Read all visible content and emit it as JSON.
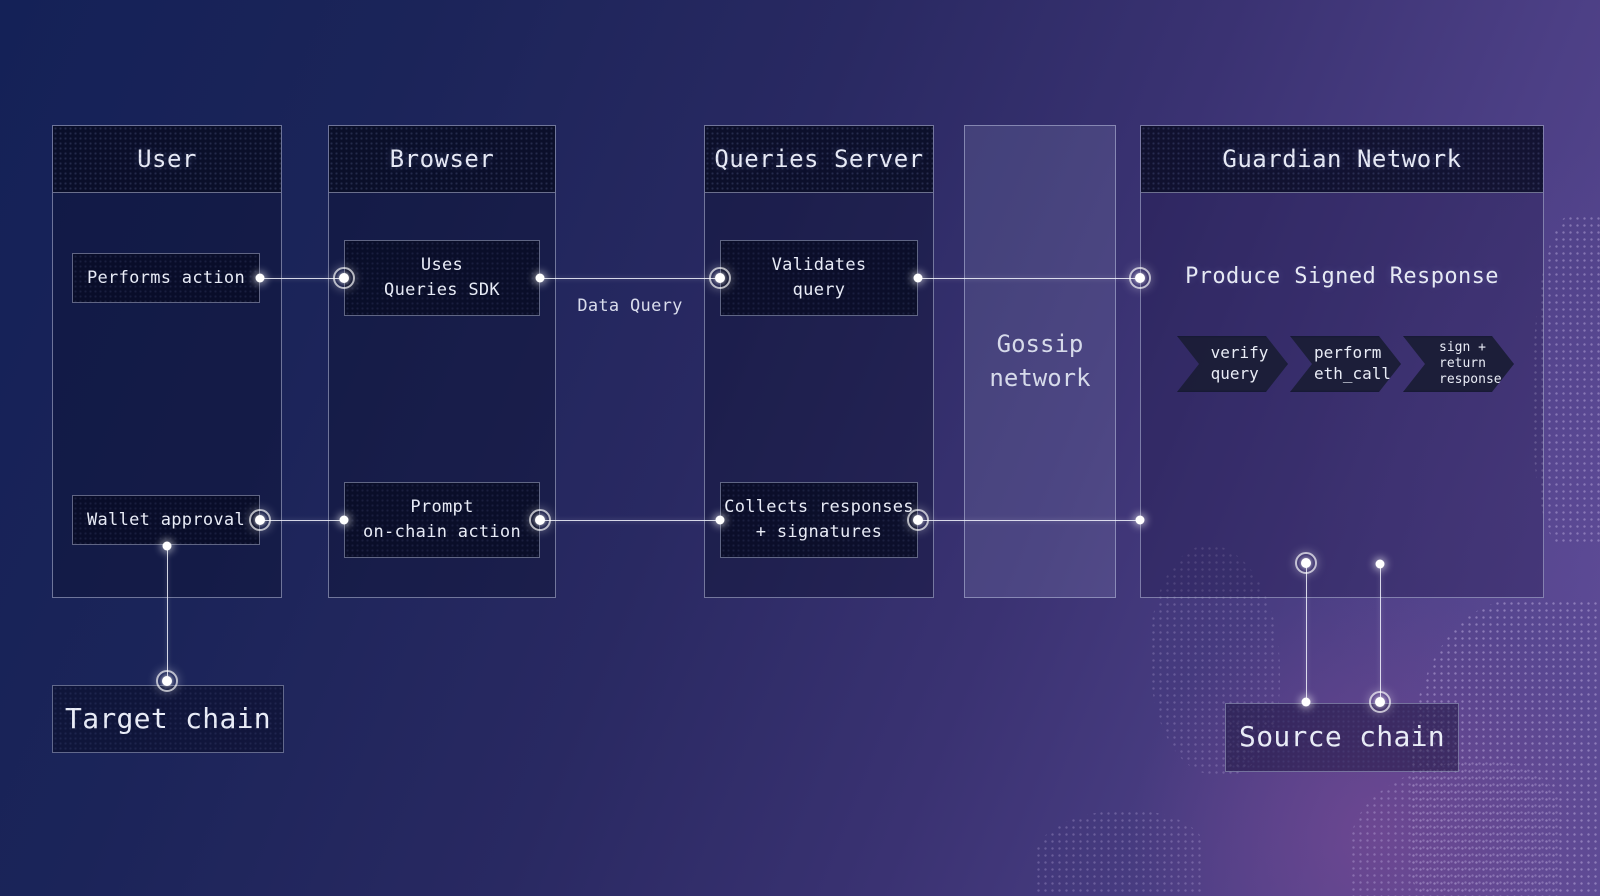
{
  "colors": {
    "bg_top_left": "#14215A",
    "bg_mid": "#3A3272",
    "bg_bottom_right": "#5D4B95",
    "magenta_glow": "#A350A0",
    "panel_border": "#BAC0DE",
    "panel_header_fill": "#0B0F30",
    "gossip_panel_fill": "#474379",
    "node_fill": "#0B1130",
    "connector": "#FFFFFF",
    "text": "#E8EAF5"
  },
  "panels": {
    "user": {
      "title": "User",
      "action": "Performs action",
      "approval": "Wallet approval"
    },
    "browser": {
      "title": "Browser",
      "sdk": "Uses\nQueries SDK",
      "prompt": "Prompt\non-chain action"
    },
    "queries_server": {
      "title": "Queries Server",
      "validates": "Validates\nquery",
      "collects": "Collects responses\n+ signatures"
    },
    "gossip": {
      "label": "Gossip\nnetwork"
    },
    "guardian": {
      "title": "Guardian Network",
      "produce_label": "Produce Signed Response",
      "steps": [
        "verify\nquery",
        "perform\neth_call",
        "sign +\nreturn\nresponse"
      ]
    }
  },
  "chains": {
    "target": "Target chain",
    "source": "Source chain"
  },
  "edge_labels": {
    "data_query": "Data Query"
  }
}
